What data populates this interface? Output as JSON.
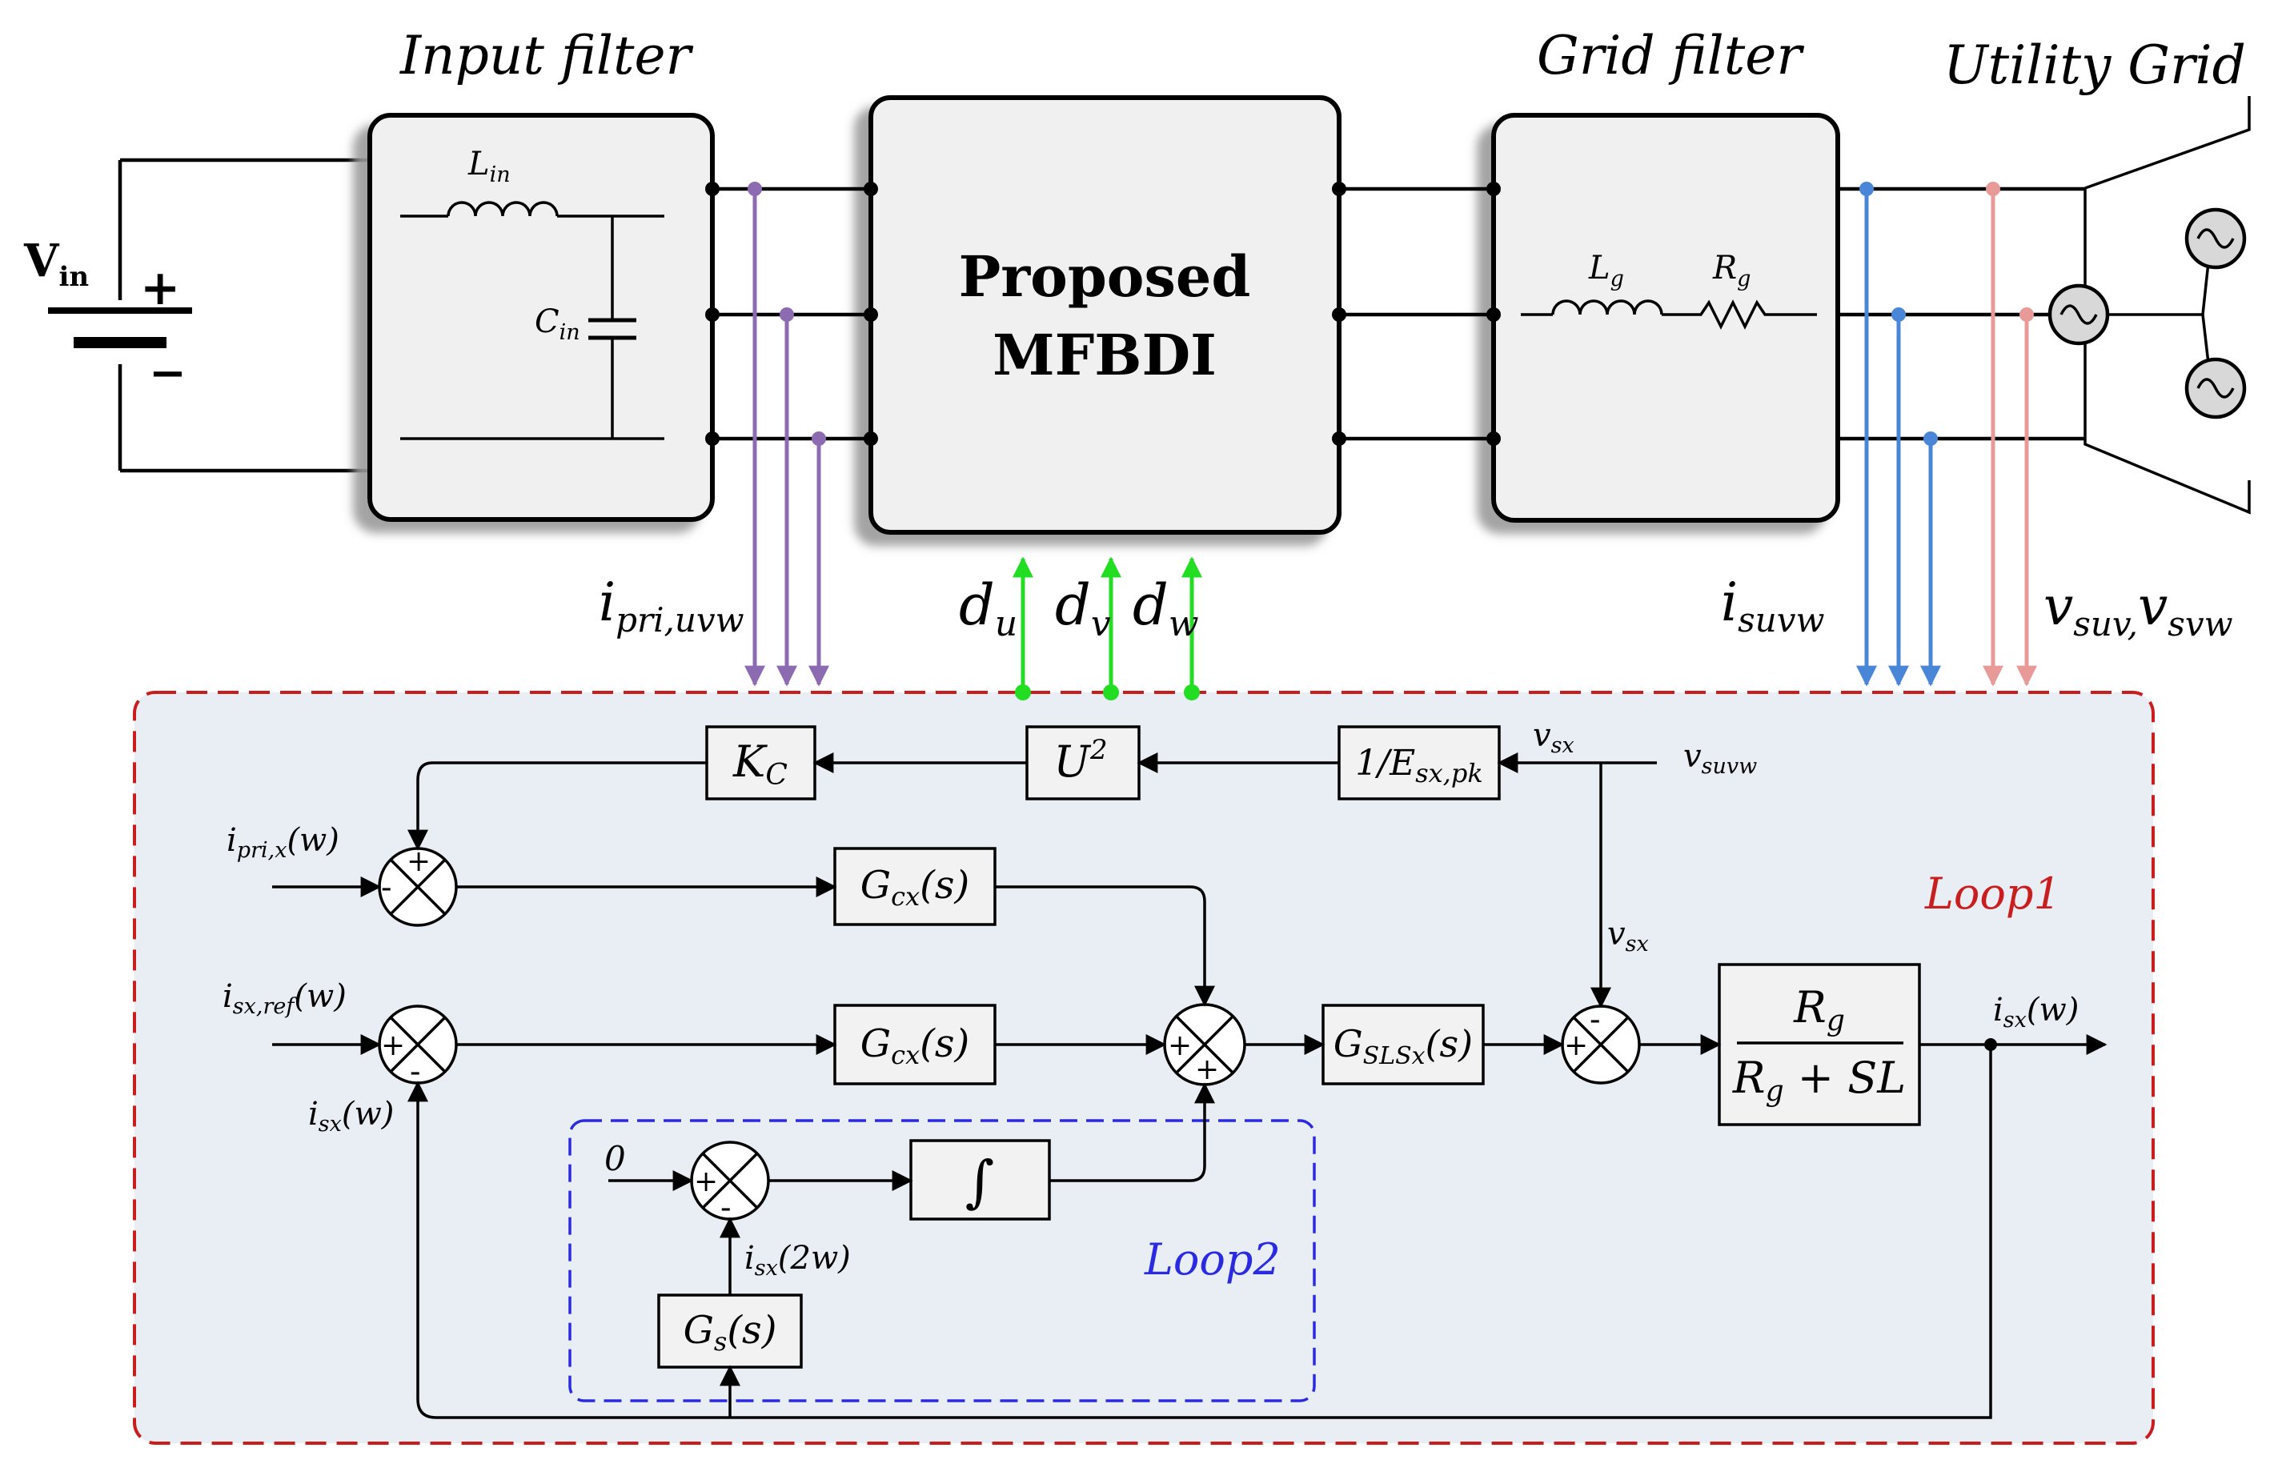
{
  "source": {
    "label_main": "V",
    "label_sub": "in",
    "plus": "+",
    "minus": "−"
  },
  "input_filter": {
    "title": "Input filter",
    "inductor_main": "L",
    "inductor_sub": "in",
    "cap_main": "C",
    "cap_sub": "in"
  },
  "inverter": {
    "line1": "Proposed",
    "line2": "MFBDI"
  },
  "grid_filter": {
    "title": "Grid filter",
    "inductor_main": "L",
    "inductor_sub": "g",
    "res_main": "R",
    "res_sub": "g"
  },
  "utility_grid": {
    "title": "Utility Grid"
  },
  "signals": {
    "i_pri_main": "i",
    "i_pri_sub": "pri,uvw",
    "du_main": "d",
    "du_sub": "u",
    "dv_main": "d",
    "dv_sub": "v",
    "dw_main": "d",
    "dw_sub": "w",
    "i_s_main": "i",
    "i_s_sub": "suvw",
    "v_s1_main": "v",
    "v_s1_sub": "suv,",
    "v_s2_main": "v",
    "v_s2_sub": "svw"
  },
  "control": {
    "kc_main": "K",
    "kc_sub": "C",
    "u2_main": "U",
    "u2_sup": "2",
    "esx_main": "1/E",
    "esx_sub": "sx,pk",
    "vsx_top_main": "v",
    "vsx_top_sub": "sx",
    "vsuvw_main": "v",
    "vsuvw_sub": "suvw",
    "ipri_x_main": "i",
    "ipri_x_sub": "pri,x",
    "ipri_x_tail": "(w)",
    "gcx1_main": "G",
    "gcx1_sub": "cx",
    "gcx1_tail": "(s)",
    "gcx2_main": "G",
    "gcx2_sub": "cx",
    "gcx2_tail": "(s)",
    "vsx_mid_main": "v",
    "vsx_mid_sub": "sx",
    "isx_ref_main": "i",
    "isx_ref_sub": "sx,ref",
    "isx_ref_tail": "(w)",
    "isx_fb_main": "i",
    "isx_fb_sub": "sx",
    "isx_fb_tail": "(w)",
    "gsl_main": "G",
    "gsl_sub": "SLSx",
    "gsl_tail": "(s)",
    "plant_num_main": "R",
    "plant_num_sub": "g",
    "plant_den_main": "R",
    "plant_den_sub": "g",
    "plant_den_tail": " + SL",
    "isx_out_main": "i",
    "isx_out_sub": "sx",
    "isx_out_tail": "(w)",
    "zero": "0",
    "integrator": "∫",
    "isx2w_main": "i",
    "isx2w_sub": "sx",
    "isx2w_tail": "(2w)",
    "gs_main": "G",
    "gs_sub": "s",
    "gs_tail": "(s)",
    "loop1": "Loop1",
    "loop2": "Loop2",
    "plus": "+",
    "minus": "-"
  },
  "colors": {
    "purple": "#8c6bb1",
    "green": "#22dd22",
    "blue": "#4a86d8",
    "pink": "#e89a98",
    "loop1_border": "#c81e1e",
    "loop2_border": "#2a2ae0",
    "control_bg": "#e9edf4"
  }
}
